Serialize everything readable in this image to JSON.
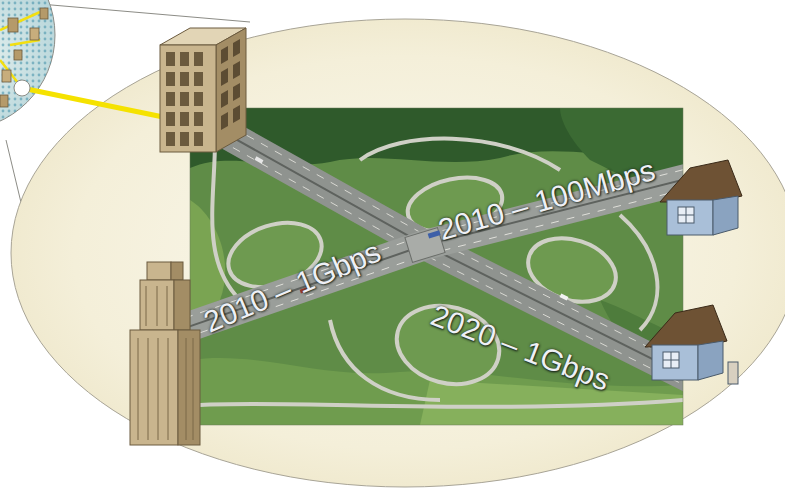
{
  "diagram": {
    "labels": [
      "2010 – 100Mbps",
      "2010 – 1Gbps",
      "2020 – 1Gbps"
    ]
  }
}
